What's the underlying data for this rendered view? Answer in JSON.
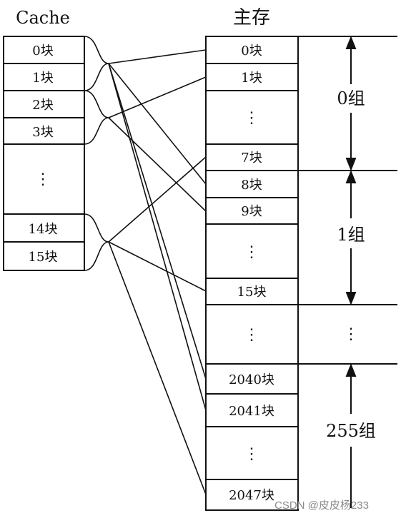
{
  "cache": {
    "title": "Cache",
    "blocks": [
      "0块",
      "1块",
      "2块",
      "3块",
      "⋮",
      "14块",
      "15块"
    ]
  },
  "memory": {
    "title": "主存",
    "blocks": [
      "0块",
      "1块",
      "⋮",
      "7块",
      "8块",
      "9块",
      "⋮",
      "15块",
      "⋮",
      "2040块",
      "2041块",
      "⋮",
      "2047块"
    ]
  },
  "groups": [
    {
      "label": "0组"
    },
    {
      "label": "1组"
    },
    {
      "label": "⋮"
    },
    {
      "label": "255组"
    }
  ],
  "watermark": "CSDN @皮皮杨233"
}
